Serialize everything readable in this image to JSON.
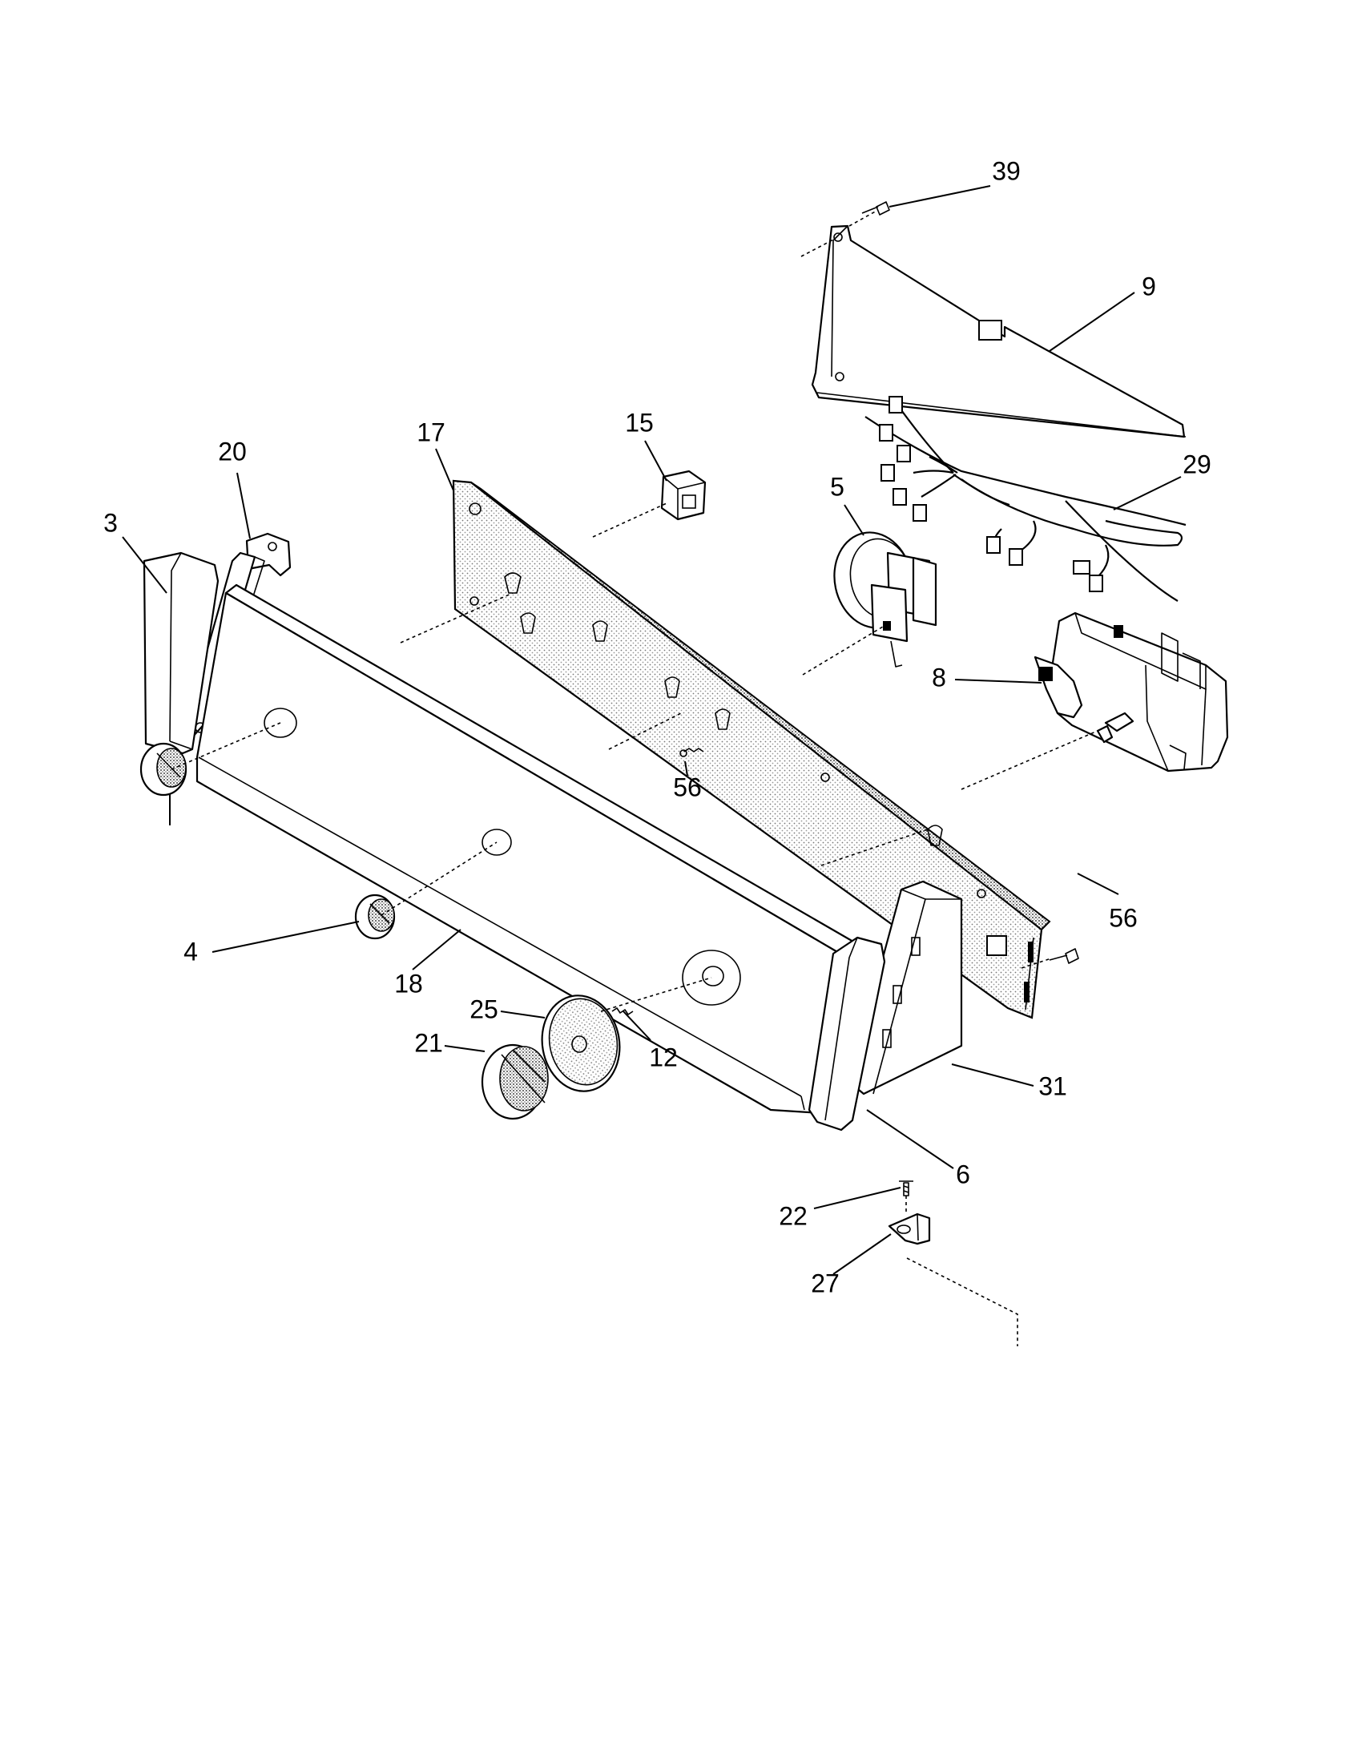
{
  "callouts": [
    {
      "id": "39",
      "label": "39"
    },
    {
      "id": "9",
      "label": "9"
    },
    {
      "id": "29",
      "label": "29"
    },
    {
      "id": "17",
      "label": "17"
    },
    {
      "id": "15",
      "label": "15"
    },
    {
      "id": "20",
      "label": "20"
    },
    {
      "id": "3",
      "label": "3"
    },
    {
      "id": "5",
      "label": "5"
    },
    {
      "id": "8",
      "label": "8"
    },
    {
      "id": "56a",
      "label": "56"
    },
    {
      "id": "56b",
      "label": "56"
    },
    {
      "id": "4",
      "label": "4"
    },
    {
      "id": "18",
      "label": "18"
    },
    {
      "id": "25",
      "label": "25"
    },
    {
      "id": "21",
      "label": "21"
    },
    {
      "id": "12",
      "label": "12"
    },
    {
      "id": "31",
      "label": "31"
    },
    {
      "id": "6",
      "label": "6"
    },
    {
      "id": "22",
      "label": "22"
    },
    {
      "id": "27",
      "label": "27"
    }
  ]
}
